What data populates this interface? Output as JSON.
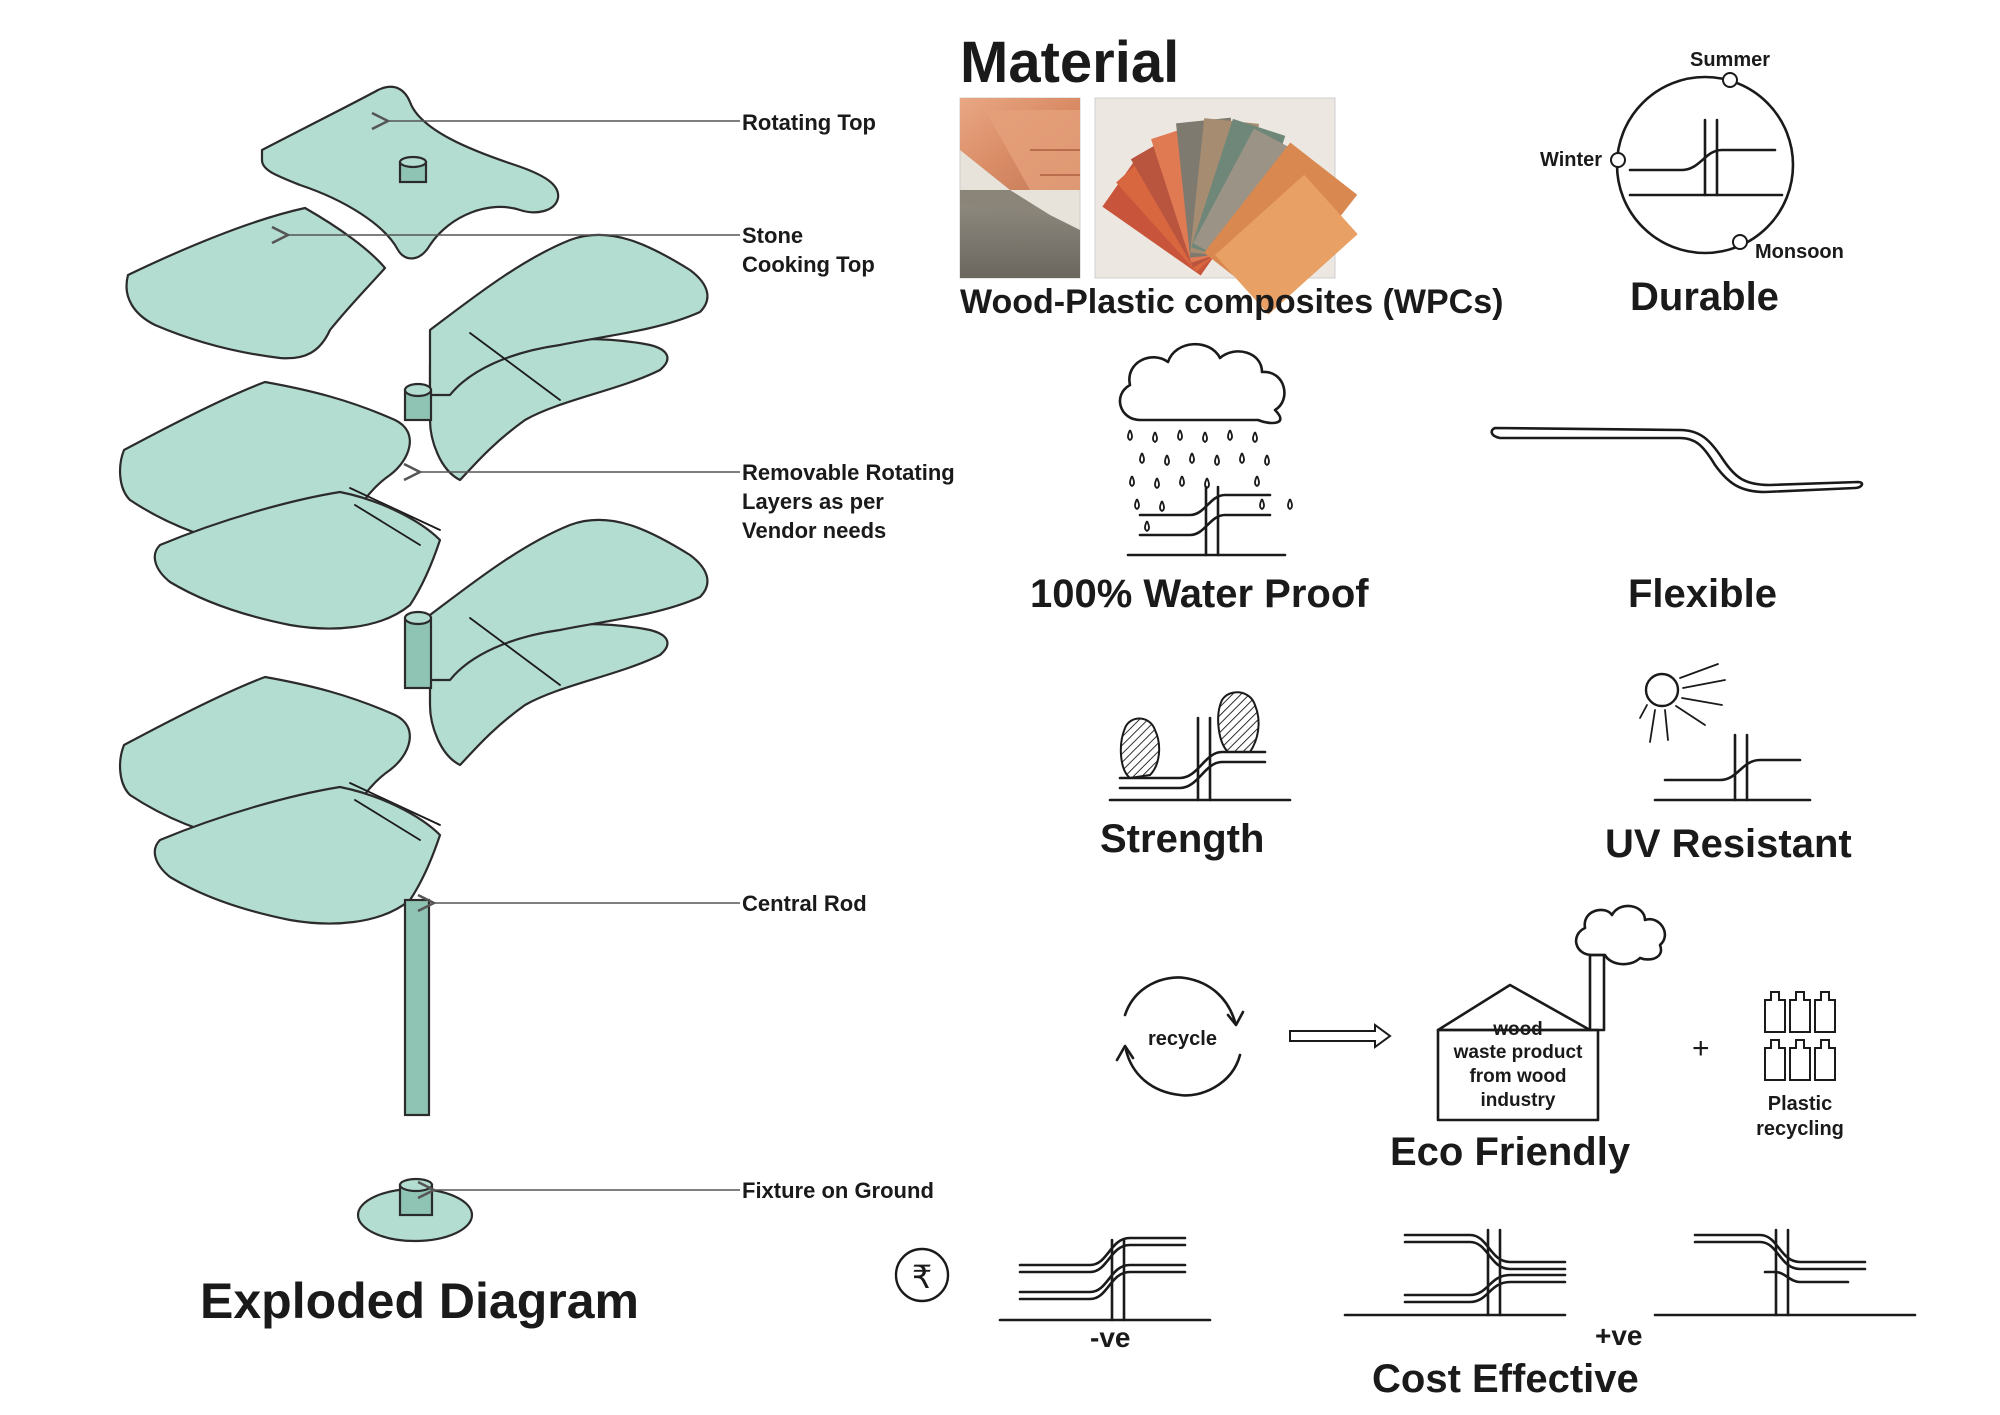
{
  "exploded": {
    "title": "Exploded Diagram",
    "labels": {
      "rotating_top": "Rotating Top",
      "stone_line1": "Stone",
      "stone_line2": "Cooking Top",
      "removable_line1": "Removable Rotating",
      "removable_line2": "Layers as per",
      "removable_line3": "Vendor needs",
      "central_rod": "Central Rod",
      "fixture": "Fixture on Ground"
    }
  },
  "material": {
    "heading": "Material",
    "caption": "Wood-Plastic composites (WPCs)"
  },
  "durable": {
    "title": "Durable",
    "seasons": {
      "summer": "Summer",
      "winter": "Winter",
      "monsoon": "Monsoon"
    }
  },
  "properties": {
    "water_proof": "100% Water Proof",
    "flexible": "Flexible",
    "strength": "Strength",
    "uv_resistant": "UV Resistant"
  },
  "eco": {
    "title": "Eco Friendly",
    "recycle": "recycle",
    "factory_line1": "wood",
    "factory_line2": "waste product",
    "factory_line3": "from wood",
    "factory_line4": "industry",
    "plus": "+",
    "plastic_line1": "Plastic",
    "plastic_line2": "recycling"
  },
  "cost": {
    "title": "Cost Effective",
    "negative": "-ve",
    "positive": "+ve",
    "currency_symbol": "₹"
  },
  "colors": {
    "shape_fill": "#b4ddd1",
    "stroke": "#2b2b2b",
    "text": "#1a1a1a"
  }
}
